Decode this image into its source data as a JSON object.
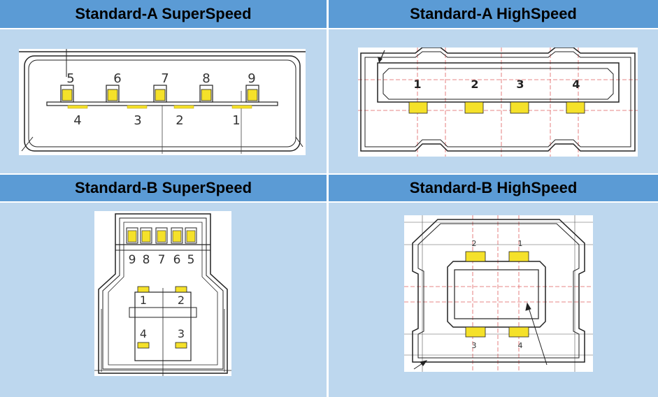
{
  "panels": {
    "a_super": {
      "title": "Standard-A SuperSpeed",
      "top_pins": [
        "5",
        "6",
        "7",
        "8",
        "9"
      ],
      "bottom_pins": [
        "4",
        "3",
        "2",
        "1"
      ]
    },
    "a_high": {
      "title": "Standard-A HighSpeed",
      "pins": [
        "1",
        "2",
        "3",
        "4"
      ]
    },
    "b_super": {
      "title": "Standard-B SuperSpeed",
      "top_pins": [
        "9",
        "8",
        "7",
        "6",
        "5"
      ],
      "upper_pins": [
        "1",
        "2"
      ],
      "lower_pins": [
        "4",
        "3"
      ]
    },
    "b_high": {
      "title": "Standard-B HighSpeed",
      "upper_pins": [
        "2",
        "1"
      ],
      "lower_pins": [
        "3",
        "4"
      ]
    }
  },
  "colors": {
    "header_bg": "#5b9bd5",
    "cell_bg": "#bdd7ee",
    "contact": "#f5e12a",
    "outline": "#222222",
    "guide_line": "#e06060"
  }
}
